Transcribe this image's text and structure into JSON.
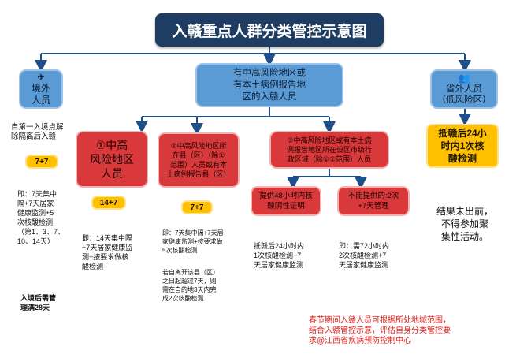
{
  "title": "入赣重点人群分类管控示意图",
  "colors": {
    "title_bg": "#1f3d63",
    "blue_box": "#5b9bd5",
    "red_box": "#d9393a",
    "yellow_box": "#ffc000",
    "footer_text": "#e0201c",
    "line": "#1e4f8a"
  },
  "overseas": {
    "icon": "airplane-icon",
    "icon_glyph": "✈",
    "label": "境外\n人员",
    "desc": "自第一入境点解\n除隔离后入赣",
    "badge": "7+7",
    "note": "即：7天集中\n隔+7天居家\n健康监测+5\n次核酸检测\n（第1、3、7、\n10、14天）",
    "footer": "入境后需管\n理满28天"
  },
  "risk": {
    "label": "有中高风险地区或\n有本土病例报告地\n区的入赣人员",
    "high": {
      "label": "①中高\n风险地区\n人员",
      "badge": "14+7",
      "note": "即：14天集中隔\n+7天居家健康监\n测+按要求做核\n酸检测"
    },
    "county": {
      "label": "②中高风险地区所\n在县（区）（除①\n范围）人员或有本\n土病例报告县（区）",
      "badge": "7+7",
      "note1": "即：7天集中隔+7天居\n家健康监测+按要求做\n5次核酸检测",
      "note2": "若自离开该县（区）\n之日起超过7天，则\n需在自的地3天内完\n成2次核酸检测"
    },
    "city": {
      "label": "③中高风险地区或有本土病\n例报告地区所在设区市级行\n政区域（除①②范围）人员",
      "option1": "提供48小时内核\n酸阴性证明",
      "option2": "不能提供的:2次\n+7天管理",
      "note1": "抵赣后24小时内\n1次核酸检测+7\n天居家健康监测",
      "note2": "即：需72小时内\n2次核酸检测+7\n天居家健康监测"
    }
  },
  "province": {
    "icon": "people-icon",
    "icon_glyph": "👥",
    "label": "省外人员\n（低风险区）",
    "yellow": "抵赣后24小\n时内1次核\n酸检测",
    "note": "结果未出前，\n不得参加聚\n集性活动。"
  },
  "footer_note": "春节期间入赣人员可根据所处地域范围，\n结合入赣管控示意，评估自身分类管控要\n求@江西省疾病预防控制中心"
}
